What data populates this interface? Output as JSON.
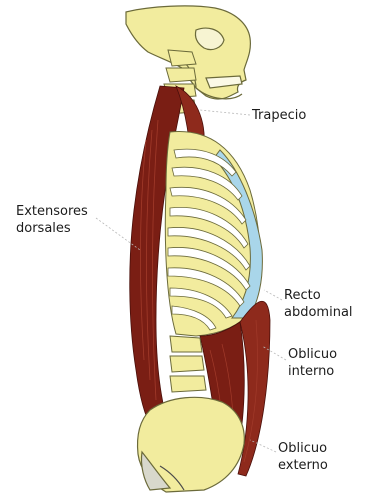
{
  "labels": {
    "trapecio": "Trapecio",
    "extensores_line1": "Extensores",
    "extensores_line2": "dorsales",
    "recto_line1": "Recto",
    "recto_line2": "abdominal",
    "oblicuo_interno_line1": "Oblicuo",
    "oblicuo_interno_line2": "interno",
    "oblicuo_externo_line1": "Oblicuo",
    "oblicuo_externo_line2": "externo"
  },
  "colors": {
    "bone": "#f2ec9e",
    "bone_outline": "#6b6a3a",
    "muscle": "#7a1e14",
    "muscle_light": "#a13a2a",
    "cartilage": "#a9d6ea",
    "leader_line": "#b8b8b8"
  }
}
